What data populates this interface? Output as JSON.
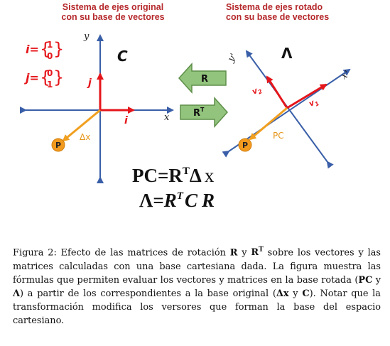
{
  "titles": {
    "left_line1": "Sistema de ejes original",
    "left_line2": "con su base de vectores",
    "right_line1": "Sistema de ejes rotado",
    "right_line2": "con su base de vectores"
  },
  "left_panel": {
    "axis_y": "y",
    "axis_x": "x",
    "i_def_lhs": "i=",
    "i_def_top": "1",
    "i_def_bottom": "0",
    "j_def_lhs": "j=",
    "j_def_top": "0",
    "j_def_bottom": "1",
    "matrix_label": "C",
    "vec_i": "i",
    "vec_j": "j",
    "vec_dx": "Δx",
    "point": "P"
  },
  "arrows": {
    "left_arrow_label": "R",
    "right_arrow_label": "R",
    "right_arrow_sup": "T"
  },
  "right_panel": {
    "axis_y": "y'",
    "axis_x": "x'",
    "matrix_label": "Λ",
    "vec_v1": "v",
    "vec_v1_sub": "1",
    "vec_v2": "v",
    "vec_v2_sub": "2",
    "vec_pc": "PC",
    "point": "P"
  },
  "formulas": {
    "f1_lhs": "PC=R",
    "f1_sup": "T",
    "f1_delta": "Δ",
    "f1_x": "x",
    "f2_lhs": "Λ=",
    "f2_r": "R",
    "f2_sup": "T",
    "f2_c": "C",
    "f2_r2": "R"
  },
  "caption": {
    "s1": "Figura 2: Efecto de las matrices de rotación ",
    "b1": "R",
    "s2": " y ",
    "b2": "R",
    "b2_sup": "T",
    "s3": " sobre los vectores y las matrices calculadas con una base cartesiana dada. La figura muestra las fórmulas que permiten evaluar los vectores y matrices en la base rotada (",
    "b3": "PC",
    "s4": " y ",
    "b4": "Λ",
    "s5": ") a partir de los correspondientes a la base original (",
    "b5": "Δx",
    "s6": " y ",
    "b6": "C",
    "s7": "). Notar que la transformación modifica los versores que forman la base del espacio cartesiano."
  },
  "colors": {
    "axis": "#3a5fa8",
    "vector_red": "#e5161b",
    "vector_orange": "#f0a020",
    "point_fill": "#f29a1e",
    "arrow_green_fill": "#93c47d",
    "arrow_green_stroke": "#5f8f4a",
    "title_red": "#b5282b"
  }
}
